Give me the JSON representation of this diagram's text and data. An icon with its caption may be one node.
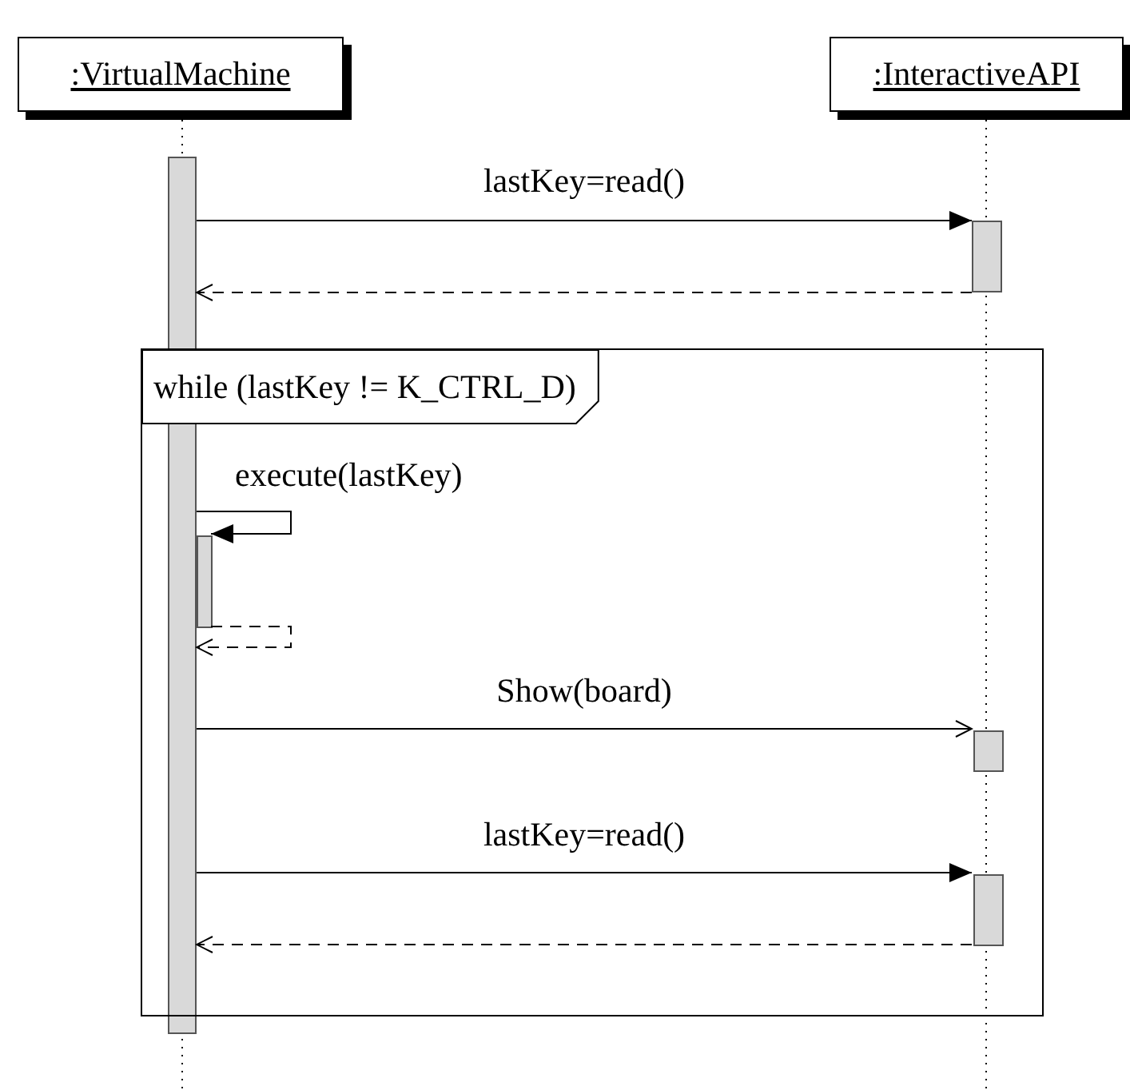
{
  "diagram": {
    "nodes": [
      {
        "text": [
          ":VirtualMachine"
        ]
      },
      {
        "text": [
          ":InteractiveAPI"
        ]
      },
      {
        "text": [],
        "shape": "bar"
      },
      {
        "text": [],
        "shape": "bar"
      },
      {
        "text": [
          "while (lastKey != K_CTRL_D)"
        ]
      },
      {
        "text": [],
        "shape": "bar",
        "in": 4
      },
      {
        "text": [],
        "shape": "bar",
        "in": 4
      },
      {
        "text": [],
        "shape": "bar",
        "in": 4
      }
    ],
    "edges": [
      {
        "from": 2,
        "to": 3,
        "arrow": "to",
        "label": "lastKey=read()"
      },
      {
        "from": 3,
        "to": 2,
        "arrow": "to",
        "style": "dashed"
      },
      {
        "from": 2,
        "to": 5,
        "arrow": "to",
        "label": "execute(lastKey)"
      },
      {
        "from": 5,
        "to": 2,
        "arrow": "to",
        "style": "dashed"
      },
      {
        "from": 2,
        "to": 6,
        "arrow": "to",
        "label": "Show(board)"
      },
      {
        "from": 2,
        "to": 7,
        "arrow": "to",
        "label": "lastKey=read()"
      },
      {
        "from": 7,
        "to": 2,
        "arrow": "to",
        "style": "dashed"
      }
    ]
  }
}
